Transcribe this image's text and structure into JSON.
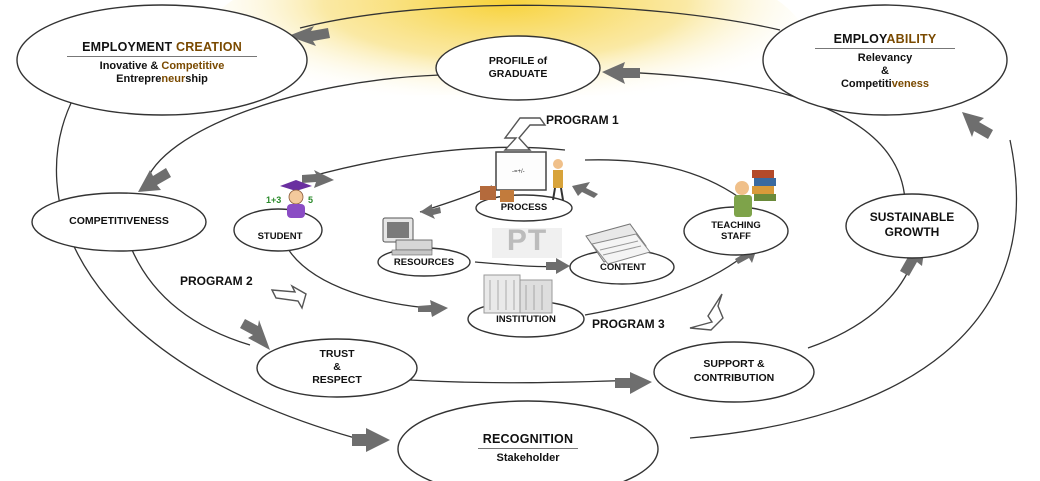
{
  "nodes": {
    "employment_creation": {
      "title_part1": "EMPLOYMENT",
      "title_part2": "CREATION",
      "sub_line1_part1": "Inovative & ",
      "sub_line1_part2": "Competitive",
      "sub_line2_part1": "Entrepre",
      "sub_line2_part2": "neur",
      "sub_line2_part3": "ship"
    },
    "profile": {
      "line1": "PROFILE of",
      "line2": "GRADUATE"
    },
    "employability": {
      "title_part1": "EMPLOY",
      "title_part2": "ABILITY",
      "line1": "Relevancy",
      "line2": "&",
      "line3_part1": "Competiti",
      "line3_part2": "veness"
    },
    "competitiveness": {
      "label": "COMPETITIVENESS"
    },
    "sustainable": {
      "line1": "SUSTAINABLE",
      "line2": "GROWTH"
    },
    "student": {
      "label": "STUDENT"
    },
    "process": {
      "label": "PROCESS"
    },
    "resources": {
      "label": "RESOURCES"
    },
    "content": {
      "label": "CONTENT"
    },
    "teaching": {
      "line1": "TEACHING",
      "line2": "STAFF"
    },
    "institution": {
      "label": "INSTITUTION"
    },
    "pt": {
      "label": "PT"
    },
    "trust": {
      "line1": "TRUST",
      "line2": "&",
      "line3": "RESPECT"
    },
    "support": {
      "line1": "SUPPORT &",
      "line2": "CONTRIBUTION"
    },
    "recognition": {
      "title": "RECOGNITION",
      "sub": "Stakeholder"
    }
  },
  "programs": {
    "p1": "PROGRAM 1",
    "p2": "PROGRAM 2",
    "p3": "PROGRAM 3"
  },
  "colors": {
    "glow": "#f5c518",
    "arrow": "#6e6e6e",
    "stroke": "#333333"
  }
}
